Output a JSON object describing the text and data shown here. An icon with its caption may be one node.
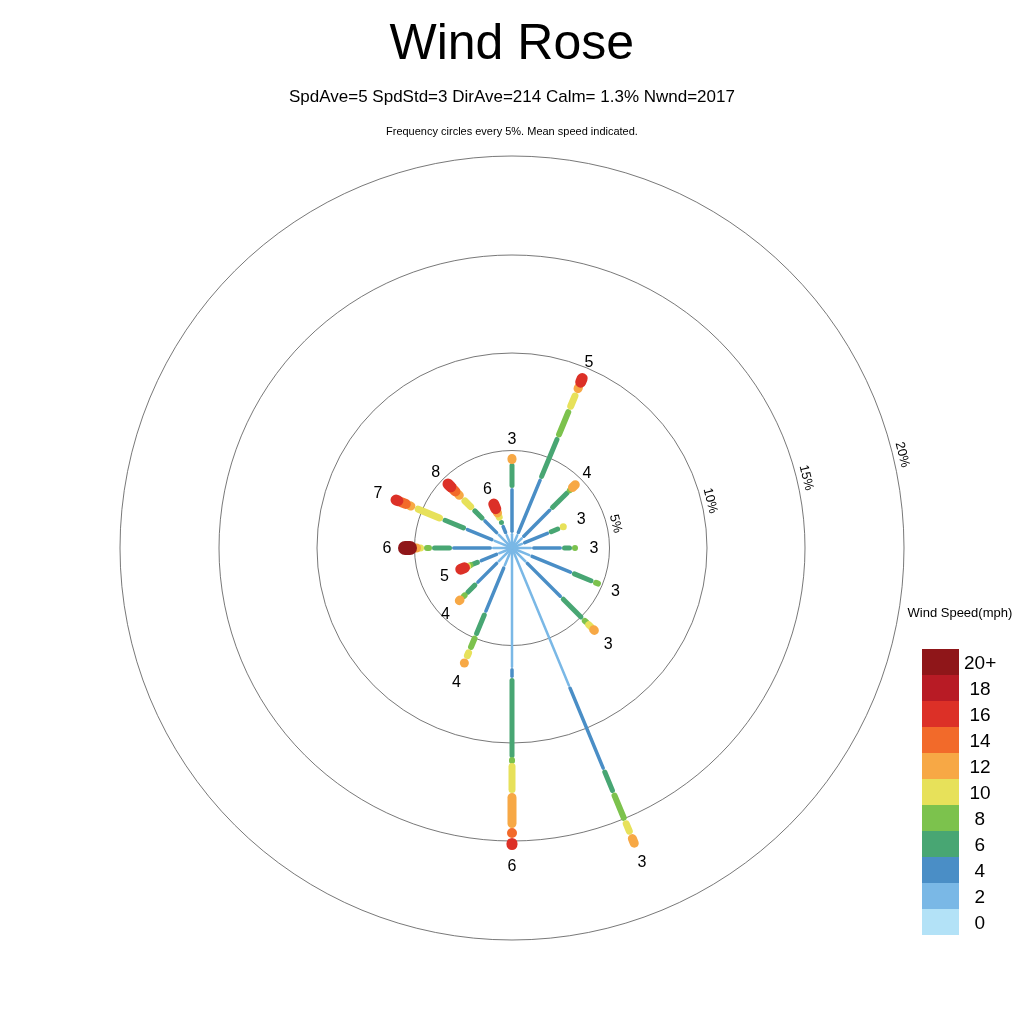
{
  "diagram": {
    "title": "Wind Rose",
    "labels": [
      "SpdAve=5  SpdStd=3  DirAve=214   Calm= 1.3%  Nwnd=2017",
      "Frequency circles every 5%. Mean speed indicated.",
      "5",
      "3",
      "8",
      "4",
      "6",
      "7",
      "5%",
      "3",
      "10%",
      "15%",
      "20%",
      "6",
      "3",
      "5",
      "3",
      "Wind Speed(mph)",
      "4",
      "3",
      "4",
      "6",
      "3"
    ],
    "legend": [
      {
        "text": "20+",
        "color": "#8f1619"
      },
      {
        "text": "18",
        "color": "#b81b25"
      },
      {
        "text": "16",
        "color": "#dc3027"
      },
      {
        "text": "14",
        "color": "#f26a2a"
      },
      {
        "text": "12",
        "color": "#f7a845"
      },
      {
        "text": "10",
        "color": "#e7e15a"
      },
      {
        "text": "8",
        "color": "#7cc24d"
      },
      {
        "text": "6",
        "color": "#48a673"
      },
      {
        "text": "4",
        "color": "#4a8ec6"
      },
      {
        "text": "2",
        "color": "#7ab8e6"
      },
      {
        "text": "0",
        "color": "#b3e2f7"
      }
    ]
  }
}
